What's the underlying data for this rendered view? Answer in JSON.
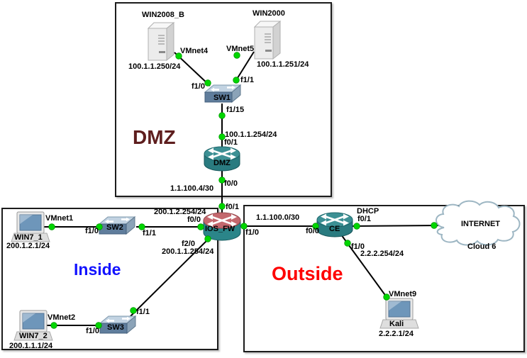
{
  "zones": {
    "dmz": {
      "title": "DMZ"
    },
    "inside": {
      "title": "Inside"
    },
    "outside": {
      "title": "Outside"
    }
  },
  "nodes": {
    "win2008b": {
      "label": "WIN2008_B",
      "ip": "100.1.1.250/24",
      "adapter": "VMnet4"
    },
    "win2000": {
      "label": "WIN2000",
      "ip": "100.1.1.251/24",
      "adapter": "VMnet5"
    },
    "sw1": {
      "label": "SW1"
    },
    "dmz_router": {
      "label": "DMZ"
    },
    "ios_fw": {
      "label": "IOS_FW"
    },
    "win7_1": {
      "label": "WIN7_1",
      "ip": "200.1.2.1/24",
      "adapter": "VMnet1"
    },
    "sw2": {
      "label": "SW2"
    },
    "win7_2": {
      "label": "WIN7_2",
      "ip": "200.1.1.1/24",
      "adapter": "VMnet2"
    },
    "sw3": {
      "label": "SW3"
    },
    "ce": {
      "label": "CE"
    },
    "internet": {
      "label": "INTERNET",
      "sublabel": "Cloud 6"
    },
    "kali": {
      "label": "Kali",
      "ip": "2.2.2.1/24",
      "adapter": "VMnet9"
    }
  },
  "labels": {
    "vmnet4": "VMnet4",
    "vmnet5": "VMnet5",
    "vmnet1": "VMnet1",
    "vmnet2": "VMnet2",
    "vmnet9": "VMnet9",
    "win2008b_ip": "100.1.1.250/24",
    "win2000_ip": "100.1.1.251/24",
    "sw1_f1_0": "f1/0",
    "sw1_f1_1": "f1/1",
    "sw1_f1_15": "f1/15",
    "dmz_f0_1_ip": "100.1.1.254/24",
    "dmz_f0_1": "f0/1",
    "dmz_f0_0": "f0/0",
    "dmz_link_net": "1.1.100.4/30",
    "fw_f0_1": "f0/1",
    "fw_f0_0": "f0/0",
    "fw_f0_0_ip": "200.1.2.254/24",
    "fw_f1_0": "f1/0",
    "fw_f2_0": "f2/0",
    "fw_f2_0_ip": "200.1.1.254/24",
    "win7_1_ip": "200.1.2.1/24",
    "sw2_f1_0": "f1/0",
    "sw2_f1_1": "f1/1",
    "win7_2_ip": "200.1.1.1/24",
    "sw3_f1_0": "f1/0",
    "sw3_f1_1": "f1/1",
    "outside_link_net": "1.1.100.0/30",
    "ce_f0_0": "f0/0",
    "ce_dhcp": "DHCP",
    "ce_f0_1": "f0/1",
    "ce_f1_0": "f1/0",
    "ce_f1_0_ip": "2.2.2.254/24",
    "kali_ip": "2.2.2.1/24"
  },
  "colors": {
    "dmz_title": "#5e1e1e",
    "inside_title": "#1212ff",
    "outside_title": "#fe0000",
    "link_status_dot": "#00d600",
    "router_body": "#2a7b80",
    "firewall_top": "#c4686e",
    "switch_front": "#5f7d9c",
    "pc_screen": "#6e96ba",
    "zone_border": "#1c1c1c"
  }
}
